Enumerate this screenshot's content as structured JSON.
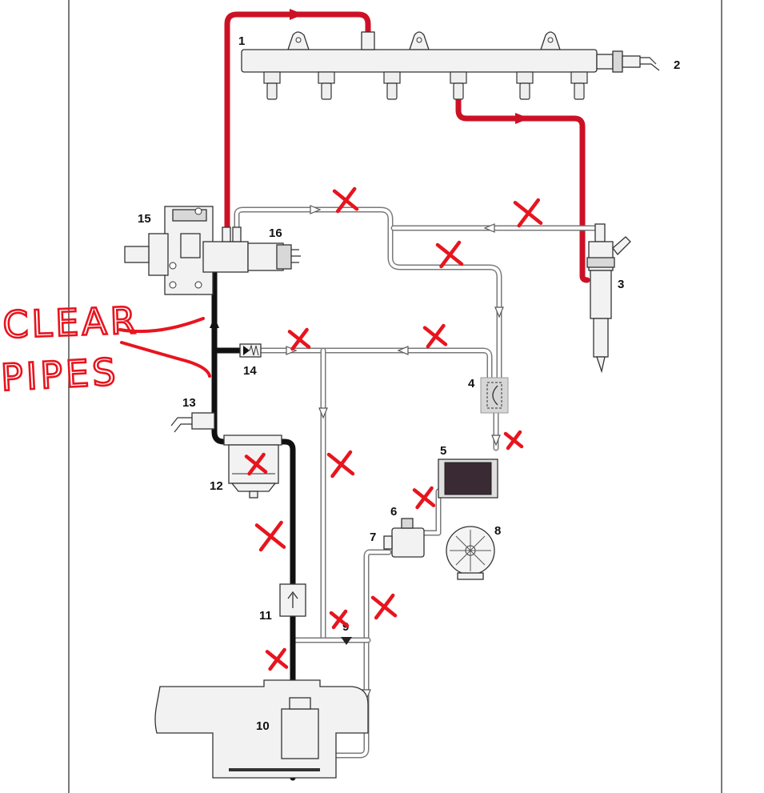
{
  "labels": {
    "l1": "1",
    "l2": "2",
    "l3": "3",
    "l4": "4",
    "l5": "5",
    "l6": "6",
    "l7": "7",
    "l8": "8",
    "l9": "9",
    "l10": "10",
    "l11": "11",
    "l12": "12",
    "l13": "13",
    "l14": "14",
    "l15": "15",
    "l16": "16"
  },
  "annotation": {
    "line1": "CLEAR",
    "line2": "PIPES",
    "color": "#e8141e"
  },
  "colors": {
    "high_pressure": "#cc1126",
    "supply": "#111111",
    "return": "#ffffff",
    "cooler": "#3a2a33"
  }
}
